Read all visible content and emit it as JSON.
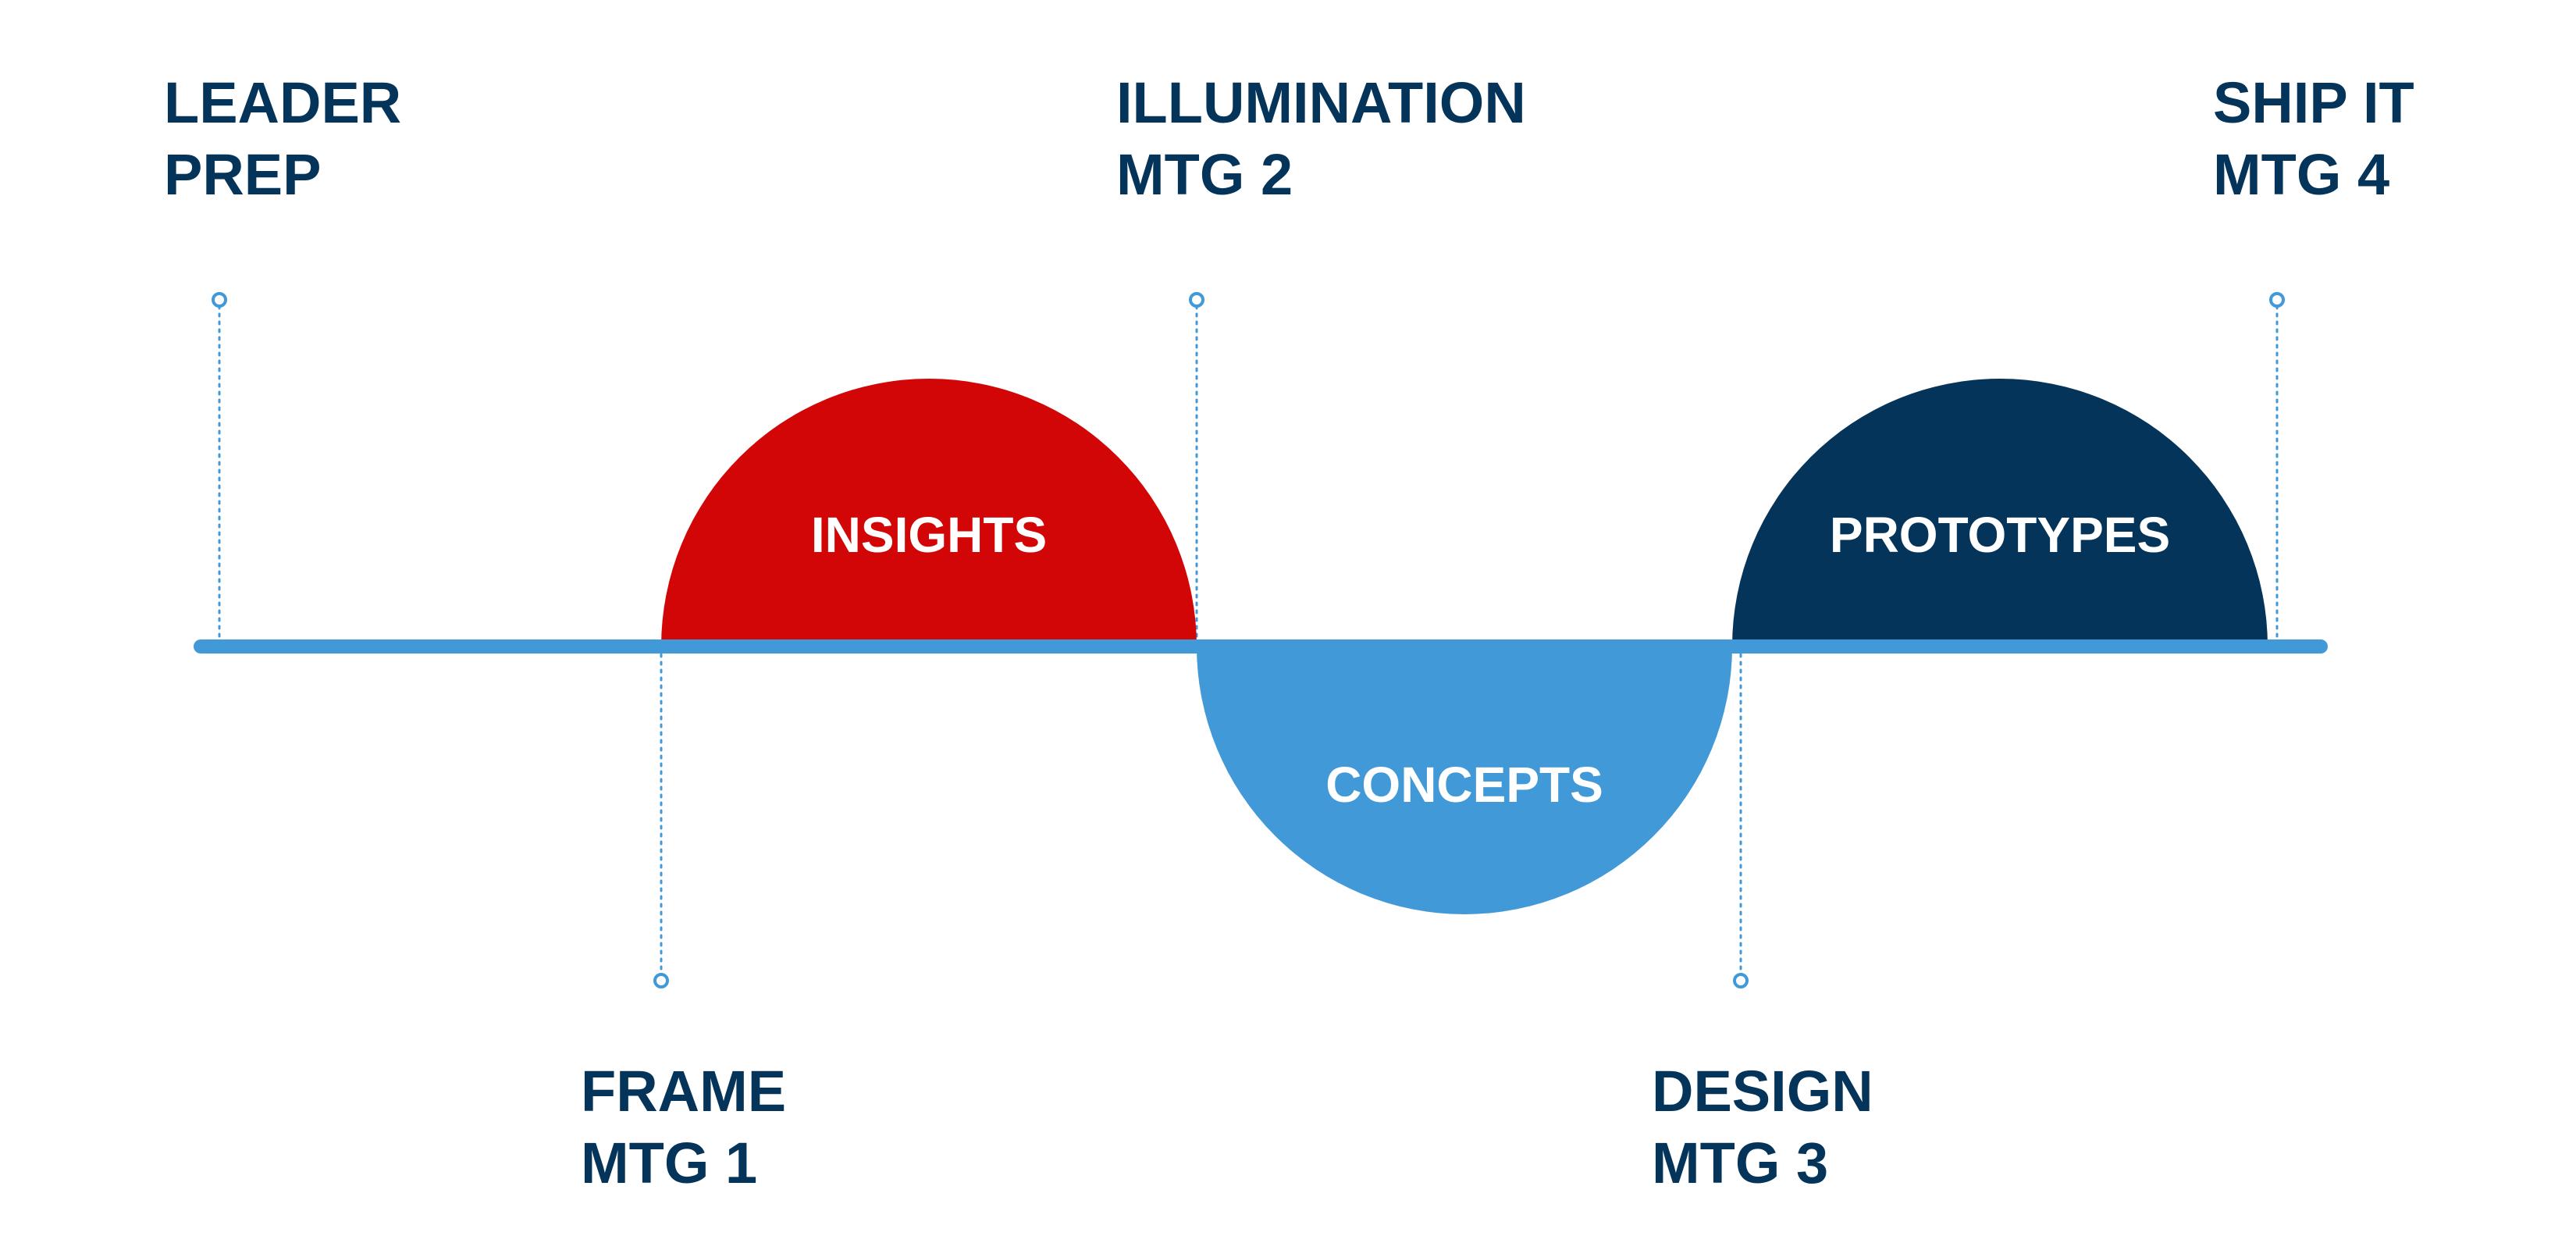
{
  "colors": {
    "navy": "#04345a",
    "red": "#d20606",
    "light_blue": "#4299d8",
    "white": "#ffffff"
  },
  "milestones": {
    "leader_prep": {
      "line1": "LEADER",
      "line2": "PREP"
    },
    "illumination": {
      "line1": "ILLUMINATION",
      "line2": "MTG 2"
    },
    "ship_it": {
      "line1": "SHIP IT",
      "line2": "MTG 4"
    },
    "frame": {
      "line1": "FRAME",
      "line2": "MTG 1"
    },
    "design": {
      "line1": "DESIGN",
      "line2": "MTG 3"
    }
  },
  "phases": {
    "insights": "INSIGHTS",
    "concepts": "CONCEPTS",
    "prototypes": "PROTOTYPES"
  }
}
